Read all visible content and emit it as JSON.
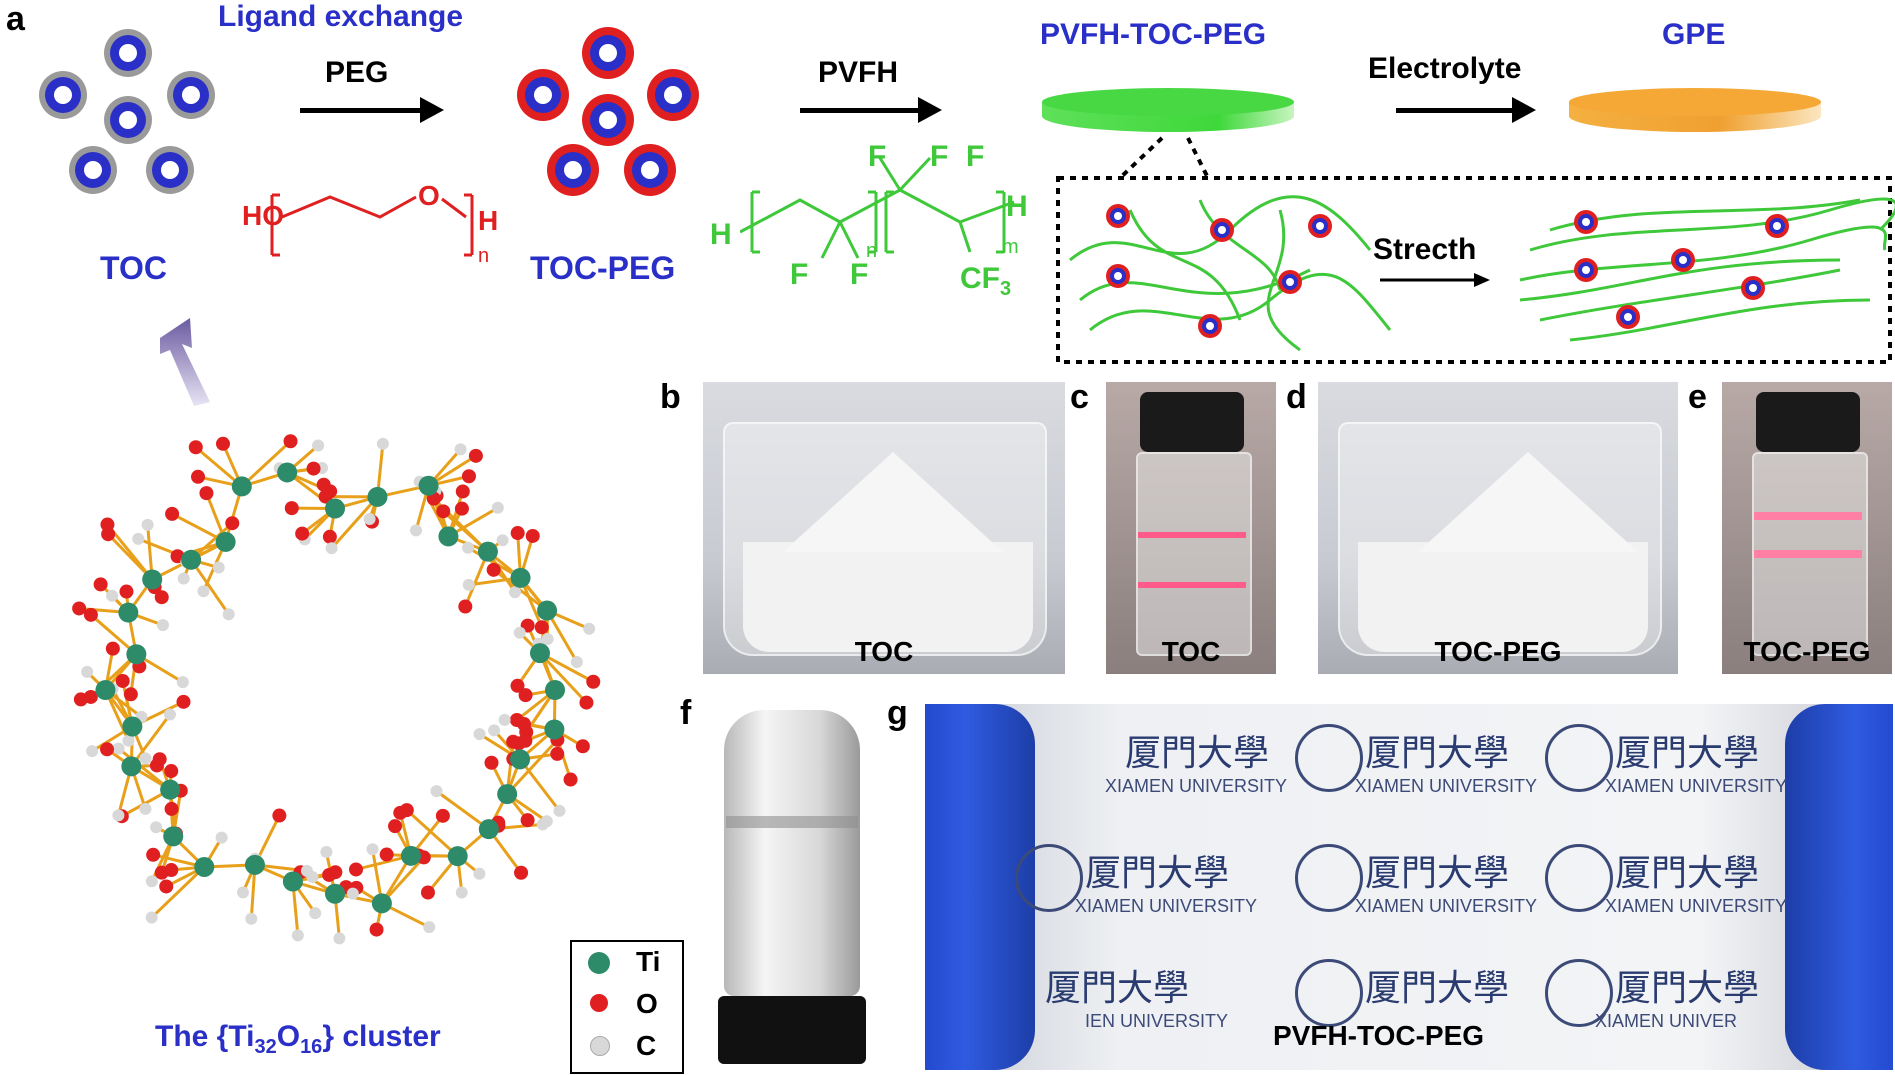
{
  "panels": {
    "a": "a",
    "b": "b",
    "c": "c",
    "d": "d",
    "e": "e",
    "f": "f",
    "g": "g"
  },
  "scheme": {
    "ligand_exchange": "Ligand exchange",
    "peg_arrow": "PEG",
    "pvfh_arrow": "PVFH",
    "electrolyte_arrow": "Electrolyte",
    "toc": "TOC",
    "toc_peg": "TOC-PEG",
    "pvfh_toc_peg": "PVFH-TOC-PEG",
    "gpe": "GPE",
    "stretch": "Strecth",
    "peg_formula": {
      "ho": "HO",
      "o": "O",
      "h": "H",
      "n": "n"
    },
    "pvfh_formula": {
      "h_left": "H",
      "h_right": "H",
      "f": "F",
      "n": "n",
      "m": "m",
      "cf3": "CF",
      "sub3": "3"
    }
  },
  "cluster": {
    "caption_pre": "The {Ti",
    "sub1": "32",
    "mid": "O",
    "sub2": "16",
    "caption_post": "} cluster"
  },
  "legend": [
    {
      "label": "Ti",
      "color": "#2e8b6a"
    },
    {
      "label": "O",
      "color": "#e02020"
    },
    {
      "label": "C",
      "color": "#d8d8d8"
    }
  ],
  "photos": {
    "b_label": "TOC",
    "c_label": "TOC",
    "d_label": "TOC-PEG",
    "e_label": "TOC-PEG",
    "g_label": "PVFH-TOC-PEG",
    "g_cn": "厦門大學",
    "g_en": "XIAMEN UNIVERSITY",
    "g_en_partial1": "IEN UNIVERSITY",
    "g_en_partial2": "XIAMEN UNIVER",
    "g_en_partial3": "XIAMEN UNIVERSIT"
  },
  "colors": {
    "toc_blue": "#2a2fc8",
    "peg_red": "#e02020",
    "pvfh_green": "#3ec83a",
    "gpe_orange": "#f0a030"
  }
}
